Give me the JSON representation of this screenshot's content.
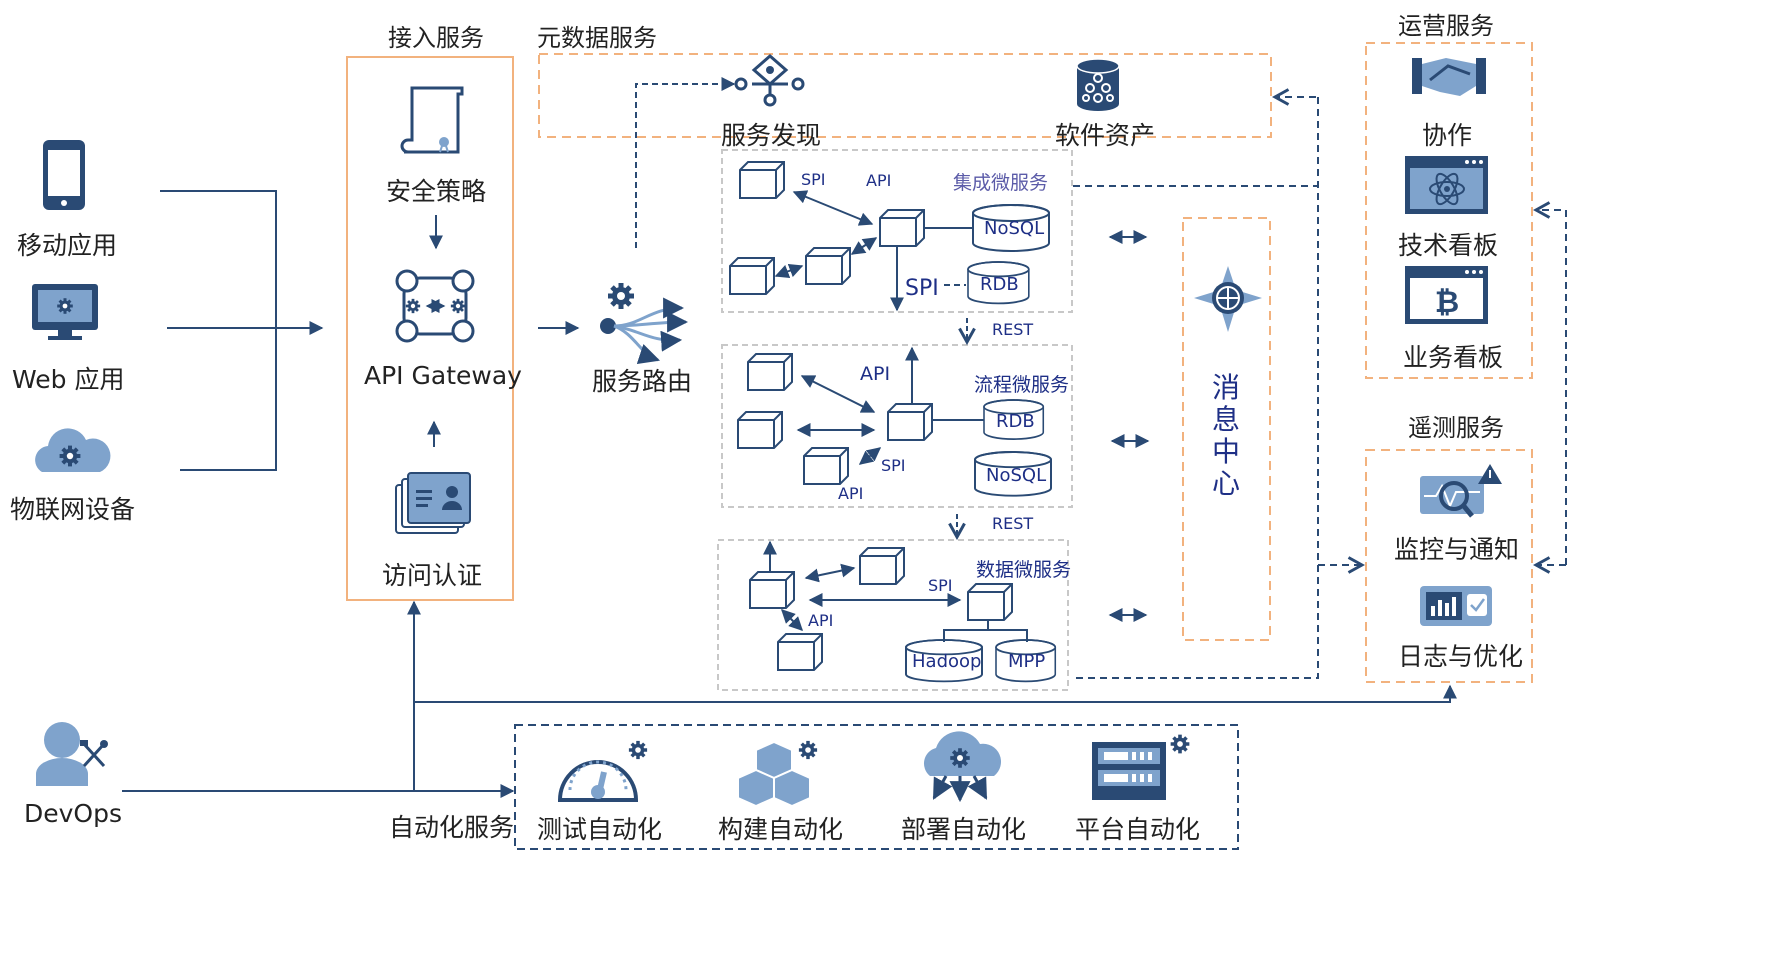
{
  "colors": {
    "dark_blue": "#2a4a74",
    "light_blue": "#7fa3cc",
    "orange_dash": "#f2b27e",
    "gray_dash": "#c8c8c8",
    "label_navy": "#1e2f86",
    "label_purple": "#5b5ba8"
  },
  "clients": {
    "mobile": "移动应用",
    "web": "Web 应用",
    "iot": "物联网设备"
  },
  "access_service": {
    "title": "接入服务",
    "security": "安全策略",
    "gateway": "API Gateway",
    "auth": "访问认证"
  },
  "metadata_service": {
    "title": "元数据服务",
    "discovery": "服务发现",
    "assets": "软件资产"
  },
  "routing": {
    "label": "服务路由"
  },
  "integration": {
    "title": "集成微服务",
    "spi_small": "SPI",
    "api": "API",
    "nosql": "NoSQL",
    "rdb": "RDB",
    "spi_big": "SPI"
  },
  "rest1": "REST",
  "process": {
    "title": "流程微服务",
    "api_top": "API",
    "rdb": "RDB",
    "nosql": "NoSQL",
    "spi": "SPI",
    "api_bottom": "API"
  },
  "rest2": "REST",
  "data_ms": {
    "title": "数据微服务",
    "spi": "SPI",
    "api": "API",
    "hadoop": "Hadoop",
    "mpp": "MPP"
  },
  "message_center": {
    "chars": [
      "消",
      "息",
      "中",
      "心"
    ]
  },
  "ops_service": {
    "title": "运营服务",
    "collab": "协作",
    "tech_board": "技术看板",
    "biz_board": "业务看板"
  },
  "telemetry": {
    "title": "遥测服务",
    "monitor": "监控与通知",
    "log": "日志与优化"
  },
  "devops": {
    "label": "DevOps"
  },
  "automation": {
    "title": "自动化服务",
    "test": "测试自动化",
    "build": "构建自动化",
    "deploy": "部署自动化",
    "platform": "平台自动化"
  }
}
